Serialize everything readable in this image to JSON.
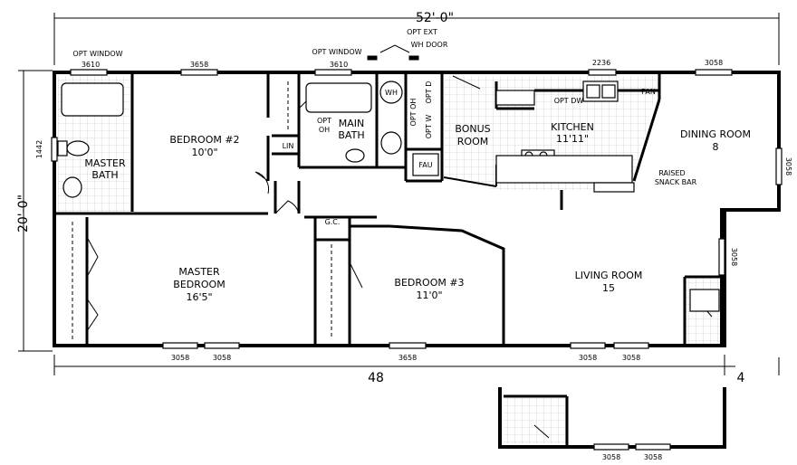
{
  "dimensions": {
    "overall_width": "52'-0\"",
    "overall_depth": "20'-0\"",
    "main_length": "48",
    "porch_length": "4",
    "side_1442": "1442",
    "side_3058_upper": "3058",
    "side_3058_lower": "3058"
  },
  "top_labels": {
    "opt_window_left": "OPT WINDOW",
    "opt_window_left_size": "3610",
    "window_3658_top": "3658",
    "opt_window_mid": "OPT WINDOW",
    "opt_window_mid_size": "3610",
    "opt_ext": "OPT EXT",
    "wh_door": "WH DOOR",
    "window_2236": "2236",
    "window_3058_top": "3058"
  },
  "bottom_labels": {
    "w1": "3058",
    "w2": "3058",
    "w3": "3658",
    "w4": "3058",
    "w5": "3058",
    "porch_w1": "3058",
    "porch_w2": "3058"
  },
  "rooms": {
    "master_bath_line1": "MASTER",
    "master_bath_line2": "BATH",
    "bedroom2": "BEDROOM #2",
    "bedroom2_size": "10'0\"",
    "main_bath_line1": "MAIN",
    "main_bath_line2": "BATH",
    "bonus_line1": "BONUS",
    "bonus_line2": "ROOM",
    "kitchen": "KITCHEN",
    "kitchen_size": "11'11\"",
    "dining": "DINING ROOM",
    "dining_size": "8",
    "master_bedroom_line1": "MASTER",
    "master_bedroom_line2": "BEDROOM",
    "master_bedroom_size": "16'5\"",
    "bedroom3": "BEDROOM #3",
    "bedroom3_size": "11'0\"",
    "living": "LIVING ROOM",
    "living_size": "15"
  },
  "fixtures": {
    "wh": "WH",
    "opt_oh_a": "OPT OH",
    "opt_d": "OPT D",
    "opt_w": "OPT W",
    "opt": "OPT",
    "oh": "OH",
    "lin": "LIN",
    "fau": "FAU",
    "gc": "G.C.",
    "opt_dw": "OPT DW",
    "pan": "PAN",
    "raised": "RAISED",
    "snack_bar": "SNACK BAR"
  }
}
